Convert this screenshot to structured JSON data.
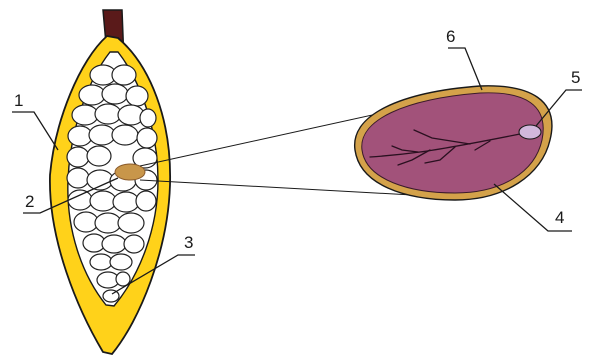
{
  "diagram": {
    "type": "labeled-illustration",
    "colors": {
      "pod_outer": "#ffd21a",
      "pod_outline": "#1a1a1a",
      "stem": "#5a1a1a",
      "seed_fill": "#ffffff",
      "highlight_seed": "#c8964a",
      "bean_coat": "#d4a24a",
      "bean_interior": "#a2527a",
      "embryo": "#d2b8dc",
      "vein": "#2a1020"
    },
    "labels": [
      {
        "id": "1",
        "text": "1"
      },
      {
        "id": "2",
        "text": "2"
      },
      {
        "id": "3",
        "text": "3"
      },
      {
        "id": "4",
        "text": "4"
      },
      {
        "id": "5",
        "text": "5"
      },
      {
        "id": "6",
        "text": "6"
      }
    ]
  }
}
